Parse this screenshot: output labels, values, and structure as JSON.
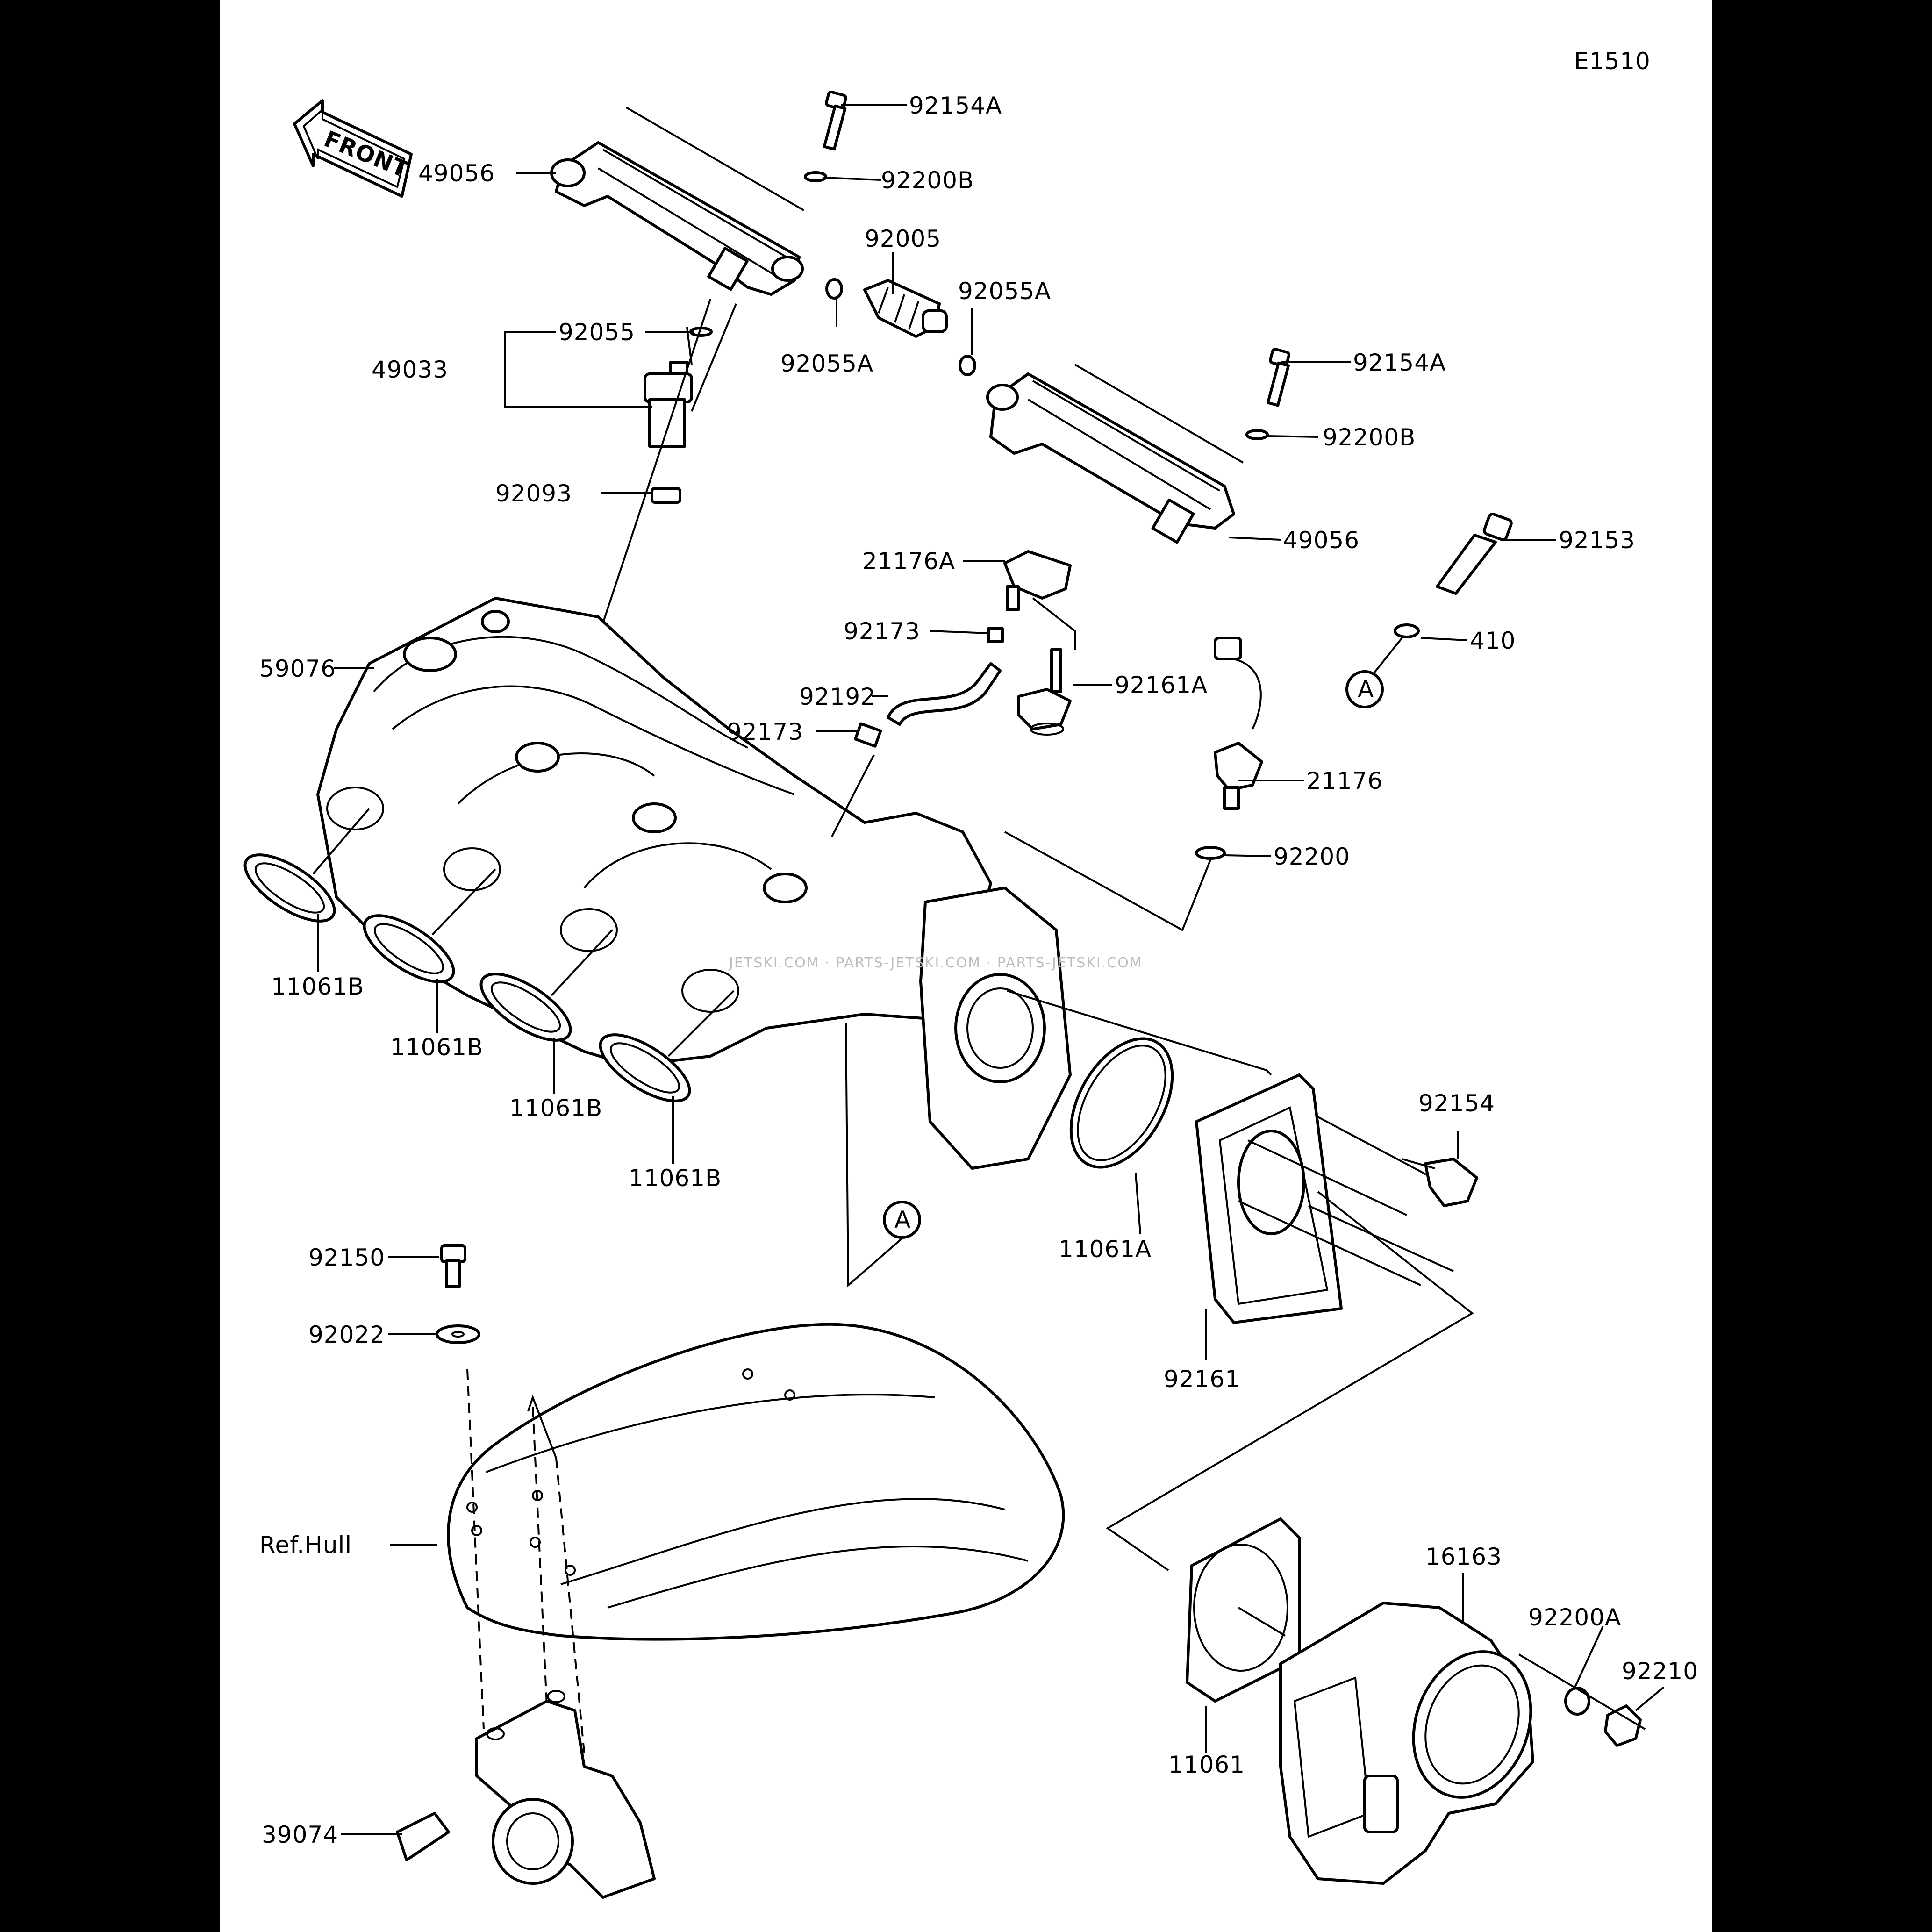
{
  "diagram_code": "E1510",
  "front_label": "FRONT",
  "watermark": "JETSKI.COM · PARTS-JETSKI.COM · PARTS-JETSKI.COM",
  "callouts": {
    "c49056a": "49056",
    "c49056b": "49056",
    "c92154Aa": "92154A",
    "c92154Ab": "92154A",
    "c92200Ba": "92200B",
    "c92200Bb": "92200B",
    "c92005": "92005",
    "c92055Aa": "92055A",
    "c92055Ab": "92055A",
    "c92055": "92055",
    "c49033": "49033",
    "c92093": "92093",
    "c21176A": "21176A",
    "c92153": "92153",
    "c410": "410",
    "refA1": "A",
    "c92173a": "92173",
    "c92161A": "92161A",
    "c59076": "59076",
    "c92192": "92192",
    "c92173b": "92173",
    "c21176": "21176",
    "c92200": "92200",
    "c11061Ba": "11061B",
    "c11061Bb": "11061B",
    "c11061Bc": "11061B",
    "c11061Bd": "11061B",
    "c92154": "92154",
    "refA2": "A",
    "c11061A": "11061A",
    "c92150": "92150",
    "c92022": "92022",
    "c92161": "92161",
    "cRefHull": "Ref.Hull",
    "c16163": "16163",
    "c92200A": "92200A",
    "c92210": "92210",
    "c11061": "11061",
    "c39074": "39074"
  }
}
